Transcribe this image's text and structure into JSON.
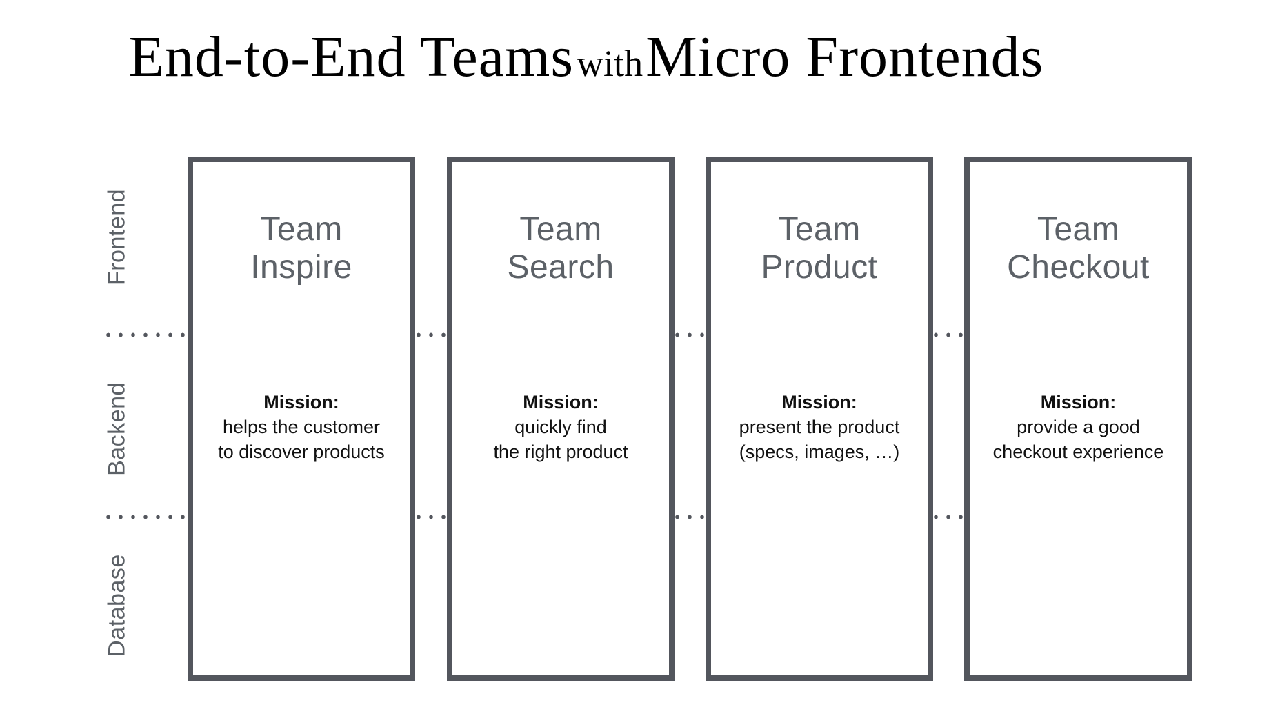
{
  "title": {
    "leading": "End-to-End Teams",
    "connector": "with",
    "trailing": "Micro Frontends"
  },
  "layer_labels": {
    "frontend": "Frontend",
    "backend": "Backend",
    "database": "Database"
  },
  "teams": [
    {
      "name_line1": "Team",
      "name_line2": "Inspire",
      "mission_label": "Mission:",
      "mission_line1": "helps the customer",
      "mission_line2": "to discover products"
    },
    {
      "name_line1": "Team",
      "name_line2": "Search",
      "mission_label": "Mission:",
      "mission_line1": "quickly find",
      "mission_line2": "the right product"
    },
    {
      "name_line1": "Team",
      "name_line2": "Product",
      "mission_label": "Mission:",
      "mission_line1": "present the product",
      "mission_line2": "(specs, images, …)"
    },
    {
      "name_line1": "Team",
      "name_line2": "Checkout",
      "mission_label": "Mission:",
      "mission_line1": "provide a good",
      "mission_line2": "checkout experience"
    }
  ],
  "colors": {
    "box_border": "#53565d",
    "muted_gray": "#5c6167",
    "text_black": "#111111",
    "background": "#ffffff"
  }
}
